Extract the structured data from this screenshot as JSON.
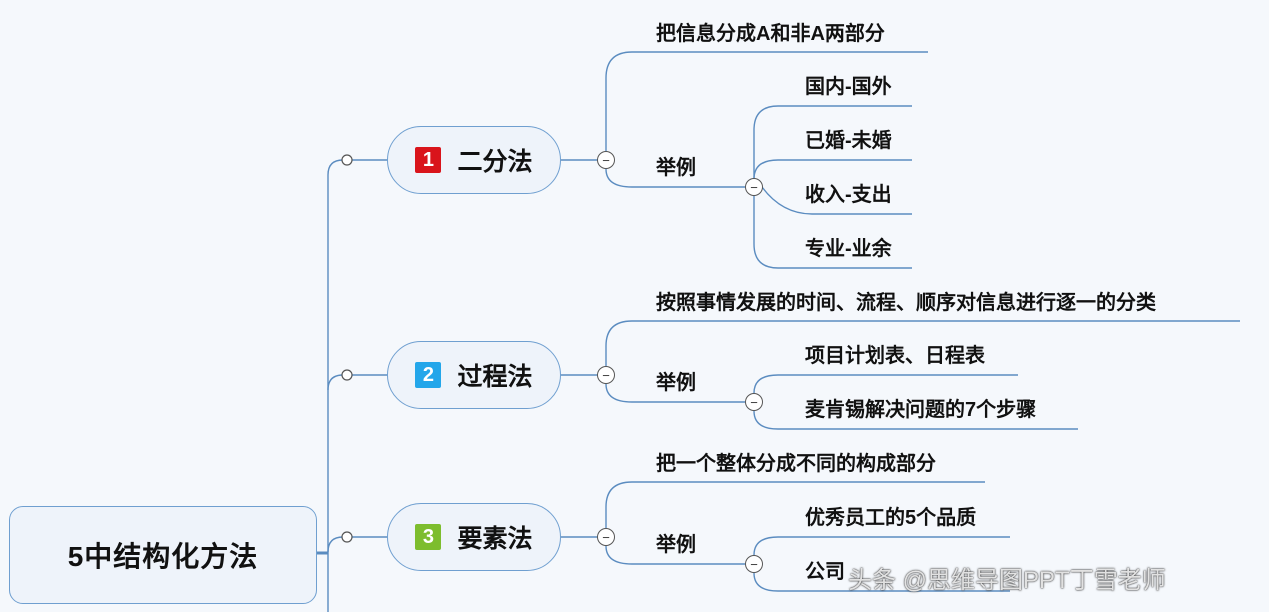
{
  "root": {
    "label": "5中结构化方法"
  },
  "branches": [
    {
      "number": "1",
      "label": "二分法",
      "definition": "把信息分成A和非A两部分",
      "example_label": "举例",
      "examples": [
        "国内-国外",
        "已婚-未婚",
        "收入-支出",
        "专业-业余"
      ]
    },
    {
      "number": "2",
      "label": "过程法",
      "definition": "按照事情发展的时间、流程、顺序对信息进行逐一的分类",
      "example_label": "举例",
      "examples": [
        "项目计划表、日程表",
        "麦肯锡解决问题的7个步骤"
      ]
    },
    {
      "number": "3",
      "label": "要素法",
      "definition": "把一个整体分成不同的构成部分",
      "example_label": "举例",
      "examples": [
        "优秀员工的5个品质",
        "公司"
      ]
    }
  ],
  "collapse_symbol": "−",
  "watermark": "头条 @思维导图PPT丁雪老师",
  "colors": {
    "line": "#4f7fb3",
    "node_border": "#6f9fd0",
    "node_fill": "#eef3fa",
    "background": "#f5f8fc"
  }
}
